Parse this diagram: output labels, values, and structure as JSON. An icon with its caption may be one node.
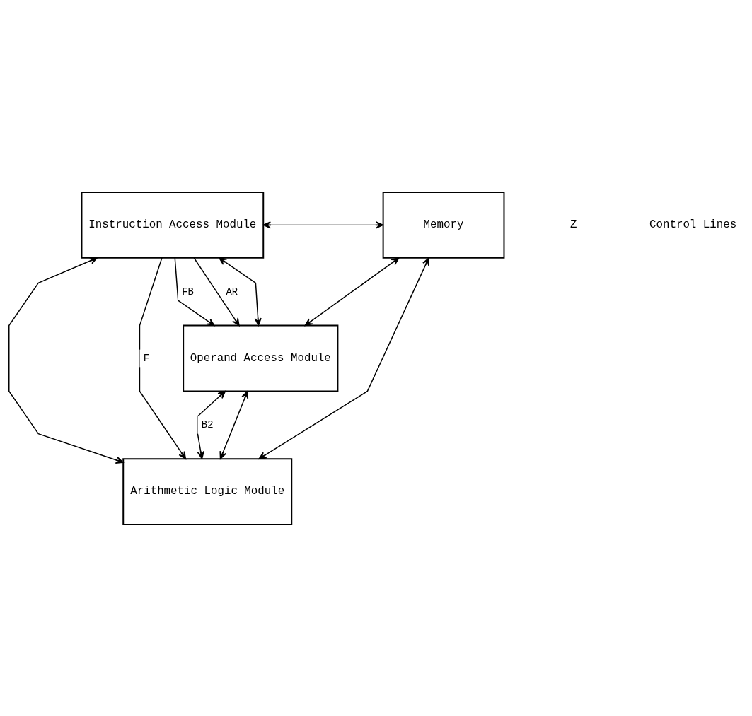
{
  "diagram": {
    "nodes": [
      {
        "text": [
          "Instruction Access Module"
        ]
      },
      {
        "text": [
          "Memory"
        ]
      },
      {
        "text": [
          "Operand Access Module"
        ]
      },
      {
        "text": [
          "Arithmetic Logic Module"
        ]
      }
    ],
    "edges": [
      {
        "from": 0,
        "to": 1,
        "arrow": "both"
      },
      {
        "from": 0,
        "to": 2,
        "arrow": "to",
        "label": "AR"
      },
      {
        "from": 0,
        "to": 2,
        "arrow": "both"
      },
      {
        "from": 0,
        "to": 2,
        "arrow": "to",
        "label": "FB"
      },
      {
        "from": 1,
        "to": 2,
        "arrow": "both"
      },
      {
        "from": 2,
        "to": 3,
        "arrow": "both"
      },
      {
        "from": 2,
        "to": 3,
        "arrow": "both",
        "label": "B2"
      },
      {
        "from": 0,
        "to": 3,
        "arrow": "both"
      },
      {
        "from": 0,
        "to": 3,
        "arrow": "to",
        "label": "F"
      },
      {
        "from": 1,
        "to": 3,
        "arrow": "both"
      }
    ],
    "labels": [
      "Z",
      "Control Lines"
    ]
  }
}
